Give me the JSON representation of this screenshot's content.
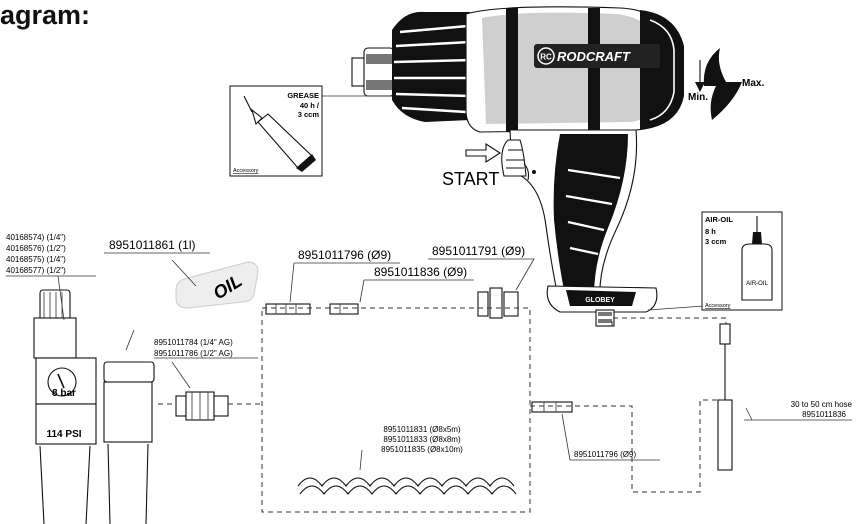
{
  "heading": "agram:",
  "brand": "RODCRAFT",
  "brand_mark": "RC",
  "grip_brand": "GLOBEY",
  "labels": {
    "min": "Min.",
    "max": "Max.",
    "start": "START",
    "oil": "OIL"
  },
  "grease_box": {
    "line1": "GREASE",
    "line2": "40 h /",
    "line3": "3 ccm",
    "accessory": "Accessory"
  },
  "airoil_box": {
    "line1": "AIR-OIL",
    "line2": "8 h",
    "line3": "3 ccm",
    "bottle": "AIR-OIL",
    "accessory": "Accessory"
  },
  "regulator": {
    "pressure_bar": "8 bar",
    "pressure_psi": "114 PSI"
  },
  "parts": {
    "regulator_codes": [
      "40168574) (1/4\")",
      "40168576) (1/2\")",
      "40168575) (1/4\")",
      "40168577) (1/2\")"
    ],
    "oil": "8951011861 (1l)",
    "coupling_796": "8951011796 (Ø9)",
    "coupling_791": "8951011791 (Ø9)",
    "coupling_836": "8951011836 (Ø9)",
    "adapter_784": "8951011784 (1/4\" AG)",
    "adapter_786": "8951011786 (1/2\" AG)",
    "hose_831": "8951011831 (Ø8x5m)",
    "hose_833": "8951011833 (Ø8x8m)",
    "hose_835": "8951011835 (Ø8x10m)",
    "coupling_796b": "8951011796 (Ø9)",
    "whip_hose_1": "30 to 50 cm hose",
    "whip_hose_2": "8951011836"
  }
}
